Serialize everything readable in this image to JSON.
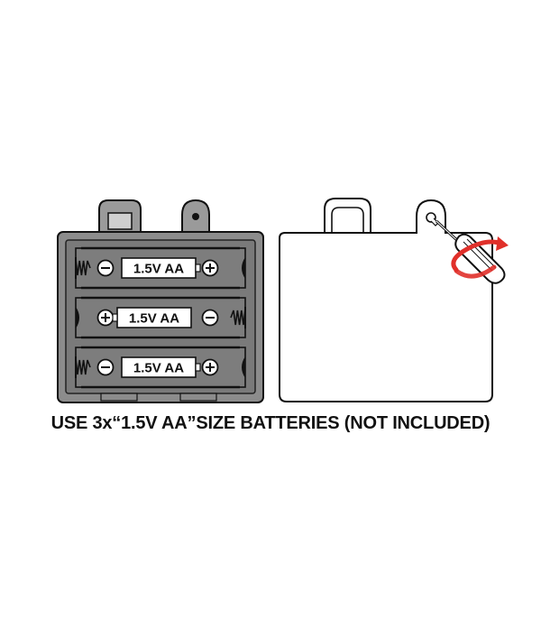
{
  "battery_label": "1.5V AA",
  "batteries": [
    {
      "label": "1.5V AA",
      "orientation": "minus-left"
    },
    {
      "label": "1.5V AA",
      "orientation": "plus-left"
    },
    {
      "label": "1.5V AA",
      "orientation": "minus-left"
    }
  ],
  "caption": "USE 3x“1.5V AA”SIZE BATTERIES (NOT INCLUDED)",
  "icons": [
    "spring-contact-icon",
    "minus-terminal-icon",
    "plus-terminal-icon",
    "screwdriver-icon",
    "rotate-arrow-icon",
    "screw-icon"
  ],
  "colors": {
    "compartment": "#8c8c8c",
    "compartment_dark": "#5a5a5a",
    "rotate_arrow": "#e0302a",
    "outline": "#111111"
  }
}
